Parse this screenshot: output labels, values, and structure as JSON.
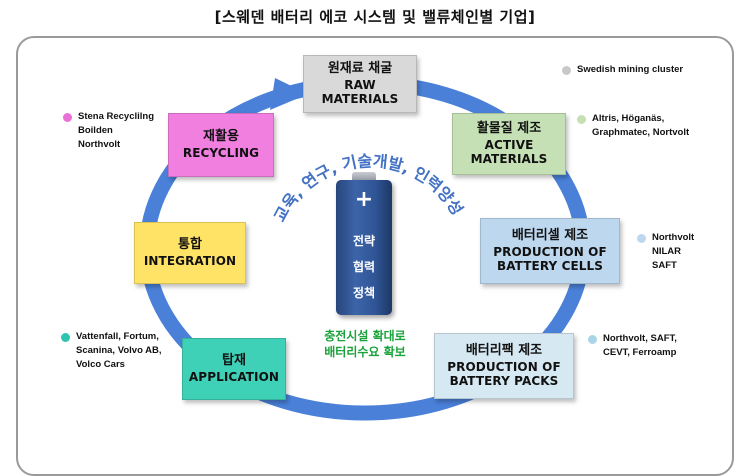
{
  "title": "[스웨덴 배터리 에코 시스템 및 밸류체인별 기업]",
  "arc_text": "교육, 연구, 기술개발, 인력양성",
  "battery": {
    "plus": "+",
    "lines": [
      "전략",
      "협력",
      "정책"
    ]
  },
  "green_caption": [
    "충전시설 확대로",
    "배터리수요 확보"
  ],
  "boxes": {
    "raw": {
      "ko": "원재료 채굴",
      "en": "RAW\nMATERIALS",
      "color": "#d9d9d9"
    },
    "active": {
      "ko": "활물질 제조",
      "en": "ACTIVE\nMATERIALS",
      "color": "#c5e0b4"
    },
    "cells": {
      "ko": "배터리셀 제조",
      "en": "PRODUCTION OF\nBATTERY CELLS",
      "color": "#bdd7ee"
    },
    "packs": {
      "ko": "배터리팩 제조",
      "en": "PRODUCTION OF\nBATTERY PACKS",
      "color": "#d6e8f2"
    },
    "application": {
      "ko": "탑재",
      "en": "APPLICATION",
      "color": "#3fd0b8"
    },
    "integration": {
      "ko": "통합",
      "en": "INTEGRATION",
      "color": "#ffe366"
    },
    "recycling": {
      "ko": "재활용",
      "en": "RECYCLING",
      "color": "#f07fe0"
    }
  },
  "legends": {
    "raw": {
      "text": "Swedish mining cluster",
      "color": "#c8c8c8"
    },
    "active": {
      "text": "Altris, Höganäs,\nGraphmatec, Nortvolt",
      "color": "#c5e0b4"
    },
    "cells": {
      "text": "Northvolt\nNILAR\nSAFT",
      "color": "#bdd7ee"
    },
    "packs": {
      "text": "Northvolt, SAFT,\nCEVT, Ferroamp",
      "color": "#a9d6e6"
    },
    "application": {
      "text": "Vattenfall, Fortum,\nScanina, Volvo AB,\nVolco Cars",
      "color": "#2ec4b0"
    },
    "recycling": {
      "text": "Stena Recyclilng\nBoilden\nNorthvolt",
      "color": "#e870d8"
    }
  },
  "colors": {
    "ring": "#4a80d8",
    "arc_text": "#4472c4",
    "battery": "#2f5596",
    "caption": "#19a33a"
  }
}
